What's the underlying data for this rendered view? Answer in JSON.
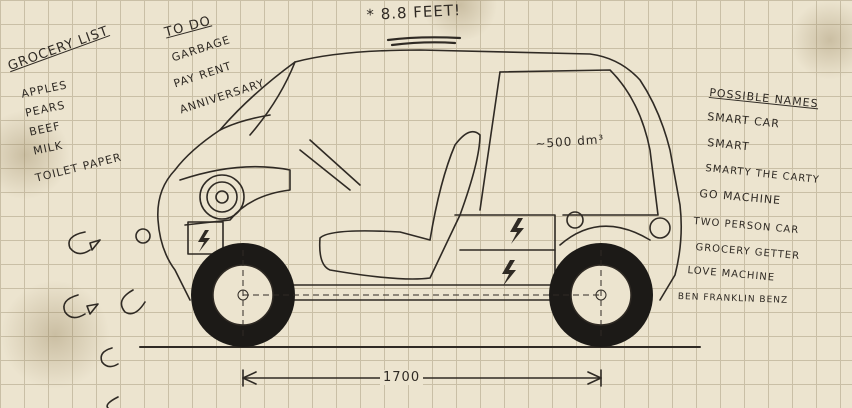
{
  "grocery_list": {
    "title": "GROCERY LIST",
    "items": [
      "APPLES",
      "PEARS",
      "BEEF",
      "MILK",
      "TOILET PAPER"
    ]
  },
  "todo": {
    "title": "TO DO",
    "items": [
      "GARBAGE",
      "PAY RENT",
      "ANNIVERSARY"
    ]
  },
  "height_note": "* 8.8 FEET!",
  "cargo_volume": "~500 dm³",
  "wheelbase_dim": "1700",
  "possible_names": {
    "title": "POSSIBLE NAMES",
    "items": [
      "SMART CAR",
      "SMART",
      "SMARTY THE CARTY",
      "GO MACHINE",
      "TWO PERSON CAR",
      "GROCERY GETTER",
      "LOVE MACHINE",
      "BEN FRANKLIN BENZ"
    ]
  },
  "colors": {
    "ink": "#2f2a24",
    "paper": "#ece4cf",
    "grid": "#c9bfa6"
  }
}
